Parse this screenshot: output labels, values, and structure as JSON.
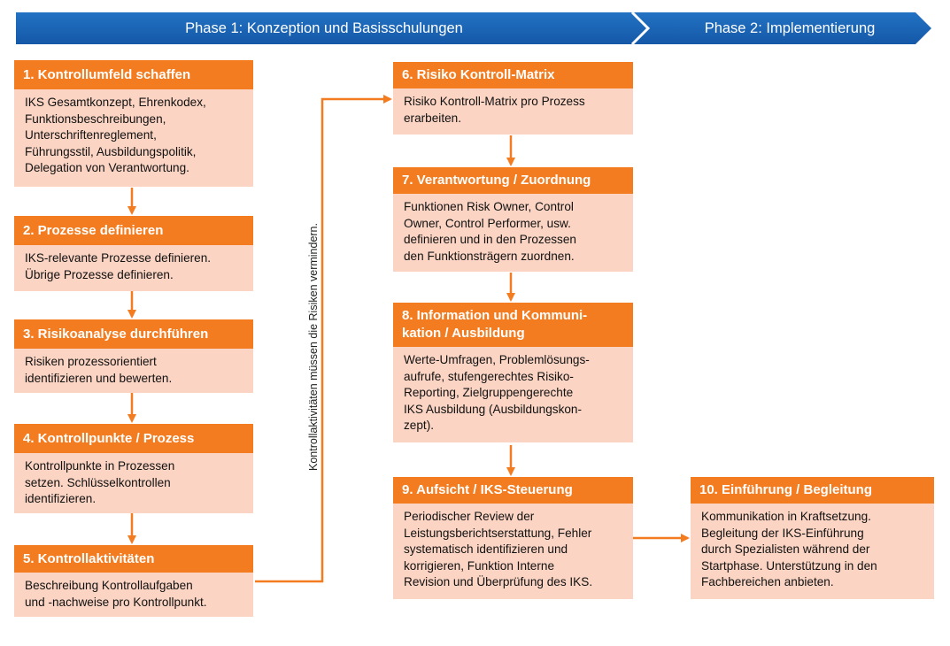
{
  "phases": [
    {
      "label": "Phase 1: Konzeption und Basisschulungen"
    },
    {
      "label": "Phase 2: Implementierung"
    }
  ],
  "side_note": "Kontrollaktivitäten müssen die Risiken vermindern.",
  "steps": [
    {
      "title": "1. Kontrollumfeld schaffen",
      "body": "IKS Gesamtkonzept, Ehrenkodex,\nFunktionsbeschreibungen,\nUnterschriftenreglement,\nFührungsstil, Ausbildungspolitik,\nDelegation von Verantwortung."
    },
    {
      "title": "2. Prozesse definieren",
      "body": "IKS-relevante Prozesse definieren.\nÜbrige Prozesse definieren."
    },
    {
      "title": "3. Risikoanalyse durchführen",
      "body": "Risiken prozessorientiert\nidentifizieren und bewerten."
    },
    {
      "title": "4. Kontrollpunkte / Prozess",
      "body": "Kontrollpunkte in Prozessen\nsetzen. Schlüsselkontrollen\nidentifizieren."
    },
    {
      "title": "5. Kontrollaktivitäten",
      "body": "Beschreibung Kontrollaufgaben\nund -nachweise pro Kontrollpunkt."
    },
    {
      "title": "6. Risiko Kontroll-Matrix",
      "body": "Risiko Kontroll-Matrix pro Prozess\nerarbeiten."
    },
    {
      "title": "7. Verantwortung / Zuordnung",
      "body": "Funktionen Risk Owner, Control\nOwner, Control Performer, usw.\ndefinieren und in den Prozessen\nden Funktionsträgern zuordnen."
    },
    {
      "title": "8. Information und Kommuni-\nkation / Ausbildung",
      "body": "Werte-Umfragen, Problemlösungs-\naufrufe, stufengerechtes Risiko-\nReporting, Zielgruppengerechte\nIKS Ausbildung (Ausbildungskon-\nzept)."
    },
    {
      "title": "9. Aufsicht / IKS-Steuerung",
      "body": "Periodischer Review der\nLeistungsberichtserstattung, Fehler\nsystematisch identifizieren und\nkorrigieren, Funktion Interne\nRevision und Überprüfung des IKS."
    },
    {
      "title": "10. Einführung / Begleitung",
      "body": "Kommunikation in Kraftsetzung.\nBegleitung der IKS-Einführung\ndurch Spezialisten während der\nStartphase. Unterstützung in den\nFachbereichen anbieten."
    }
  ]
}
